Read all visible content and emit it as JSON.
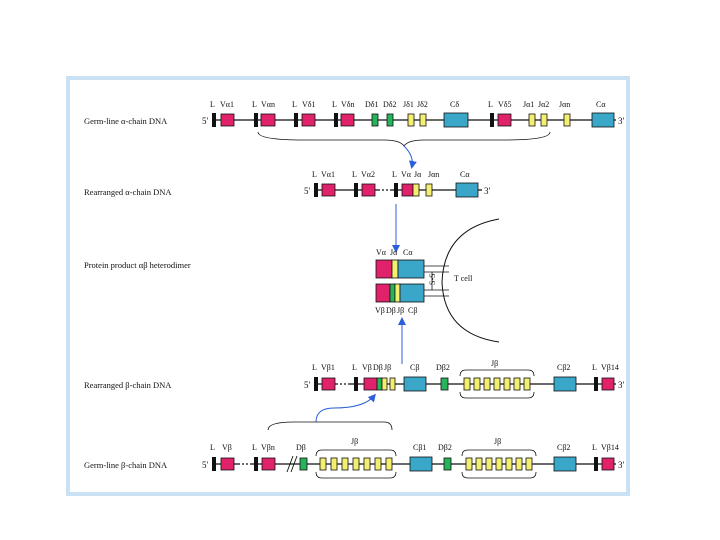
{
  "colors": {
    "v_segment": "#e0226a",
    "d_segment": "#27b35a",
    "j_segment": "#f4ef6e",
    "c_segment": "#3aa6c8",
    "leader": "#111111",
    "arrow": "#2b5fd9",
    "frame": "#c9e1f2"
  },
  "rows": {
    "germ_alpha": {
      "label": "Germ-line α-chain DNA",
      "five": "5′",
      "three": "3′",
      "segments": [
        "L",
        "Vα1",
        "L",
        "Vαn",
        "L",
        "Vδ1",
        "L",
        "Vδn",
        "Dδ1",
        "Dδ2",
        "Jδ1",
        "Jδ2",
        "Cδ",
        "L",
        "Vδ5",
        "Jα1",
        "Jα2",
        "Jαn",
        "Cα"
      ]
    },
    "rearr_alpha": {
      "label": "Rearranged α-chain DNA",
      "five": "5′",
      "three": "3′",
      "segments": [
        "L",
        "Vα1",
        "L",
        "Vα2",
        "L",
        "Vα",
        "Jα",
        "Jαn",
        "Cα"
      ]
    },
    "protein": {
      "label": "Protein product αβ heterodimer",
      "alpha_chain": [
        "Vα",
        "Jα",
        "Cα"
      ],
      "beta_chain": [
        "Vβ",
        "Dβ",
        "Jβ",
        "Cβ"
      ],
      "disulfide": "S-S",
      "cell": "T cell"
    },
    "rearr_beta": {
      "label": "Rearranged β-chain DNA",
      "five": "5′",
      "three": "3′",
      "segments": [
        "L",
        "Vβ1",
        "L",
        "Vβ",
        "Dβ",
        "Jβ",
        "Cβ",
        "Dβ2",
        "Jβ",
        "Cβ2",
        "L",
        "Vβ14"
      ]
    },
    "germ_beta": {
      "label": "Germ-line β-chain DNA",
      "five": "5′",
      "three": "3′",
      "segments": [
        "L",
        "Vβ",
        "L",
        "Vβn",
        "Dβ",
        "Jβ",
        "Cβ1",
        "Dβ2",
        "Jβ",
        "Cβ2",
        "L",
        "Vβ14"
      ]
    }
  }
}
